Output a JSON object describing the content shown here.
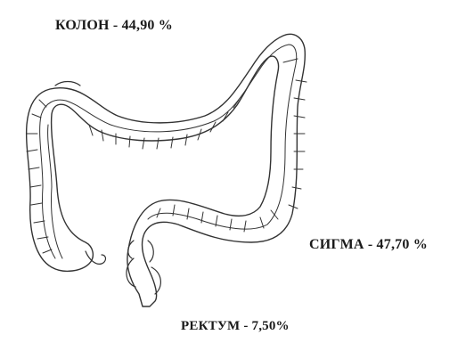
{
  "labels": {
    "colon": "КОЛОН - 44,90 %",
    "sigma": "СИГМА - 47,70 %",
    "rectum": "РЕКТУМ - 7,50%"
  },
  "colors": {
    "line": "#333333",
    "text": "#1a1a1a",
    "background": "#ffffff"
  }
}
